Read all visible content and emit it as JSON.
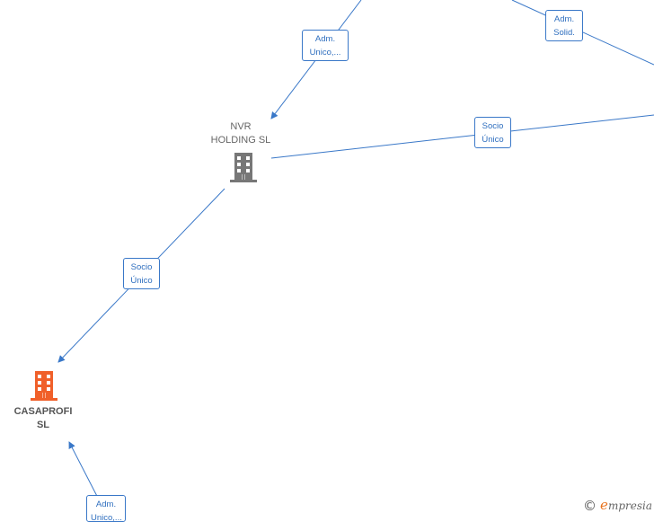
{
  "nodes": {
    "nvr": {
      "line1": "NVR",
      "line2": "HOLDING  SL"
    },
    "casaprofi": {
      "line1": "CASAPROFI",
      "line2": "SL"
    }
  },
  "edge_labels": {
    "adm_unico_top": {
      "line1": "Adm.",
      "line2": "Unico,..."
    },
    "adm_solid": {
      "line1": "Adm.",
      "line2": "Solid."
    },
    "socio_unico_right": {
      "line1": "Socio",
      "line2": "Único"
    },
    "socio_unico_left": {
      "line1": "Socio",
      "line2": "Único"
    },
    "adm_unico_bottom": {
      "line1": "Adm.",
      "line2": "Unico,..."
    }
  },
  "watermark": {
    "copyright": "©",
    "brand_initial": "e",
    "brand_rest": "mpresia"
  },
  "colors": {
    "edge": "#3a78c8",
    "main_node": "#f0602a",
    "other_node": "#777777"
  }
}
